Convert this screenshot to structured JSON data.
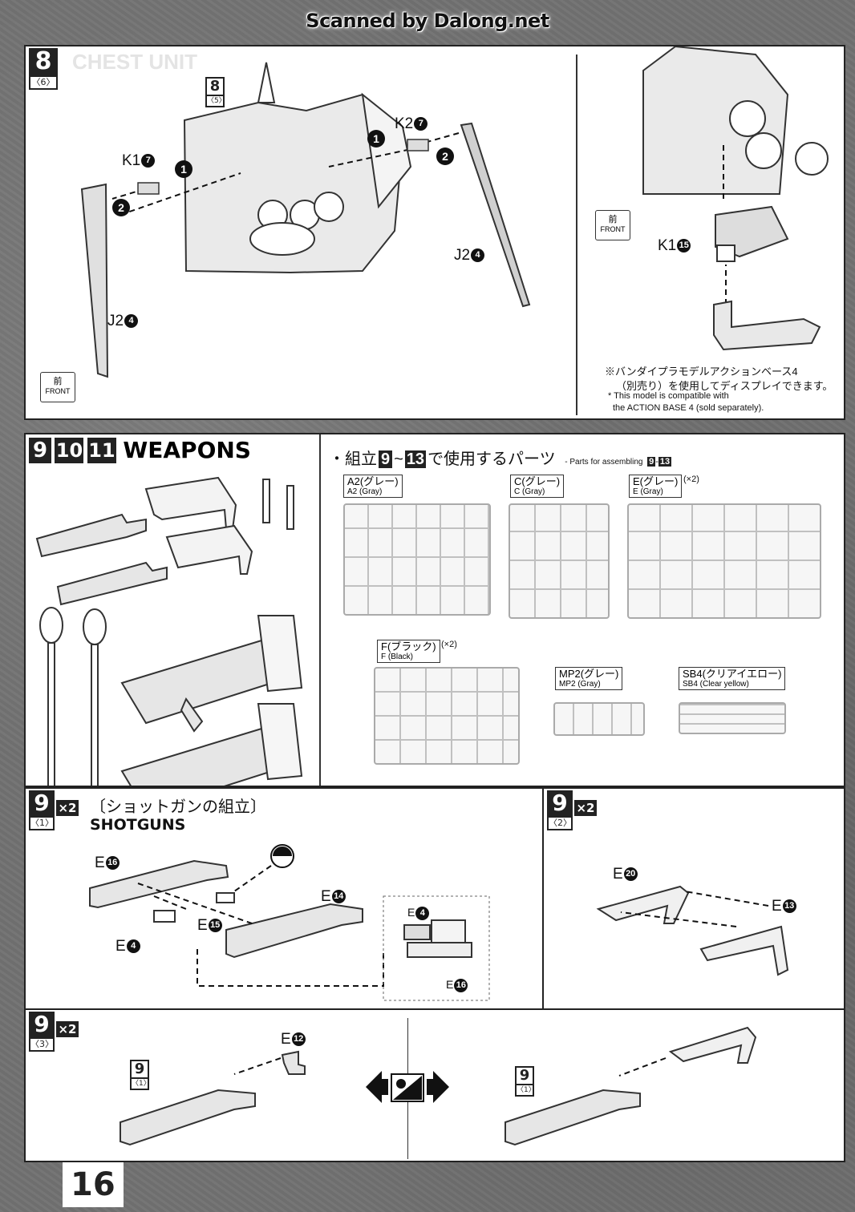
{
  "watermark": "Scanned by Dalong.net",
  "page_number": "16",
  "step8": {
    "num": "8",
    "sub": "〈6〉",
    "ref_num": "8",
    "ref_sub": "〈5〉",
    "ghost_title": "CHEST UNIT",
    "labels": {
      "k1": "K1",
      "k1_n": "7",
      "k2": "K2",
      "k2_n": "7",
      "j2_left": "J2",
      "j2_left_n": "4",
      "j2_right": "J2",
      "j2_right_n": "4",
      "k1_base": "K1",
      "k1_base_n": "15"
    },
    "arrows": [
      "1",
      "2",
      "1",
      "2"
    ],
    "front_kanji": "前",
    "front_en": "FRONT",
    "note_jp_1": "※バンダイプラモデルアクションベース4",
    "note_jp_2": "（別売り）を使用してディスプレイできます。",
    "note_en_1": "* This model is compatible with",
    "note_en_2": "the ACTION BASE 4 (sold separately)."
  },
  "weapons": {
    "n1": "9",
    "n2": "10",
    "n3": "11",
    "title": "WEAPONS"
  },
  "parts": {
    "header_jp_pre": "・組立",
    "header_n1": "9",
    "header_tilde": "~",
    "header_n2": "13",
    "header_jp_post": "で使用するパーツ",
    "header_en_pre": "- Parts for assembling",
    "header_en_n1": "9",
    "header_en_dash": "-",
    "header_en_n2": "13",
    "runners": [
      {
        "jp": "A2(グレー)",
        "en": "A2 (Gray)",
        "mult": ""
      },
      {
        "jp": "C(グレー)",
        "en": "C (Gray)",
        "mult": ""
      },
      {
        "jp": "E(グレー)",
        "en": "E (Gray)",
        "mult": "(×2)"
      },
      {
        "jp": "F(ブラック)",
        "en": "F (Black)",
        "mult": "(×2)"
      },
      {
        "jp": "MP2(グレー)",
        "en": "MP2 (Gray)",
        "mult": ""
      },
      {
        "jp": "SB4(クリアイエロー)",
        "en": "SB4 (Clear yellow)",
        "mult": ""
      }
    ]
  },
  "step9_1": {
    "num": "9",
    "sub": "〈1〉",
    "mult": "×2",
    "title_jp": "〔ショットガンの組立〕",
    "title_en": "SHOTGUNS",
    "labels": {
      "e16": "E",
      "e16_n": "16",
      "e14": "E",
      "e14_n": "14",
      "e15": "E",
      "e15_n": "15",
      "e4": "E",
      "e4_n": "4",
      "detail_e4": "E",
      "detail_e4_n": "4",
      "detail_e16": "E",
      "detail_e16_n": "16"
    }
  },
  "step9_2": {
    "num": "9",
    "sub": "〈2〉",
    "mult": "×2",
    "labels": {
      "e20": "E",
      "e20_n": "20",
      "e13": "E",
      "e13_n": "13"
    }
  },
  "step9_3": {
    "num": "9",
    "sub": "〈3〉",
    "mult": "×2",
    "ref_num_a": "9",
    "ref_sub_a": "〈1〉",
    "ref_num_b": "9",
    "ref_sub_b": "〈1〉",
    "labels": {
      "e12": "E",
      "e12_n": "12"
    }
  }
}
